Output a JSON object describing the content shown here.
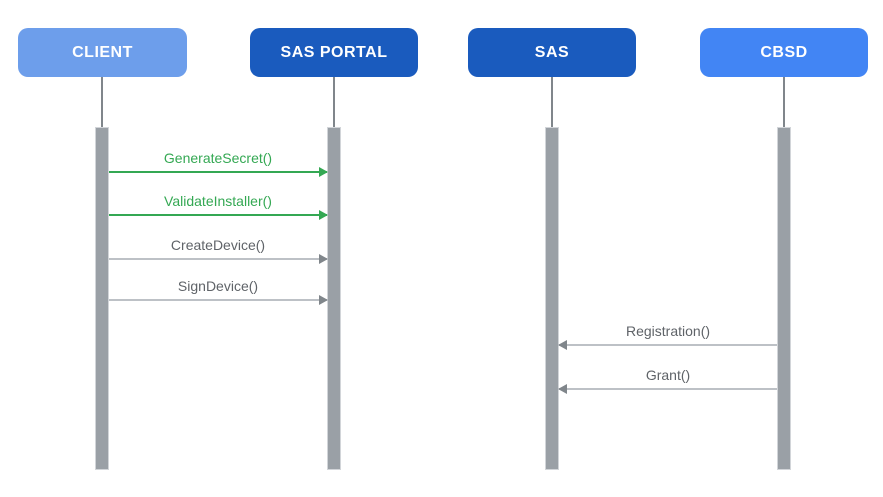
{
  "diagram": {
    "type": "sequence",
    "actors": [
      {
        "label": "CLIENT",
        "color": "#6D9EEB"
      },
      {
        "label": "SAS PORTAL",
        "color": "#1A5BBE"
      },
      {
        "label": "SAS",
        "color": "#1A5BBE"
      },
      {
        "label": "CBSD",
        "color": "#4285F4"
      }
    ],
    "messages": [
      {
        "label": "GenerateSecret()",
        "from": "CLIENT",
        "to": "SAS PORTAL",
        "direction": "right",
        "color": "#34A853"
      },
      {
        "label": "ValidateInstaller()",
        "from": "CLIENT",
        "to": "SAS PORTAL",
        "direction": "right",
        "color": "#34A853"
      },
      {
        "label": "CreateDevice()",
        "from": "CLIENT",
        "to": "SAS PORTAL",
        "direction": "right",
        "color": "#5F6368"
      },
      {
        "label": "SignDevice()",
        "from": "CLIENT",
        "to": "SAS PORTAL",
        "direction": "right",
        "color": "#5F6368"
      },
      {
        "label": "Registration()",
        "from": "CBSD",
        "to": "SAS",
        "direction": "left",
        "color": "#5F6368"
      },
      {
        "label": "Grant()",
        "from": "CBSD",
        "to": "SAS",
        "direction": "left",
        "color": "#5F6368"
      }
    ]
  },
  "colors": {
    "background": "#FFFFFF",
    "actor-client": "#6D9EEB",
    "actor-sas-portal": "#1A5BBE",
    "actor-sas": "#1A5BBE",
    "actor-cbsd": "#4285F4",
    "green-text": "#34A853",
    "green-line": "#34A853",
    "gray-text": "#5F6368",
    "gray-line": "#BDC1C6",
    "gray-head": "#80868B",
    "bar-fill": "#9AA0A6",
    "bar-border": "#D2D5D9",
    "lifeline": "#80868B"
  }
}
